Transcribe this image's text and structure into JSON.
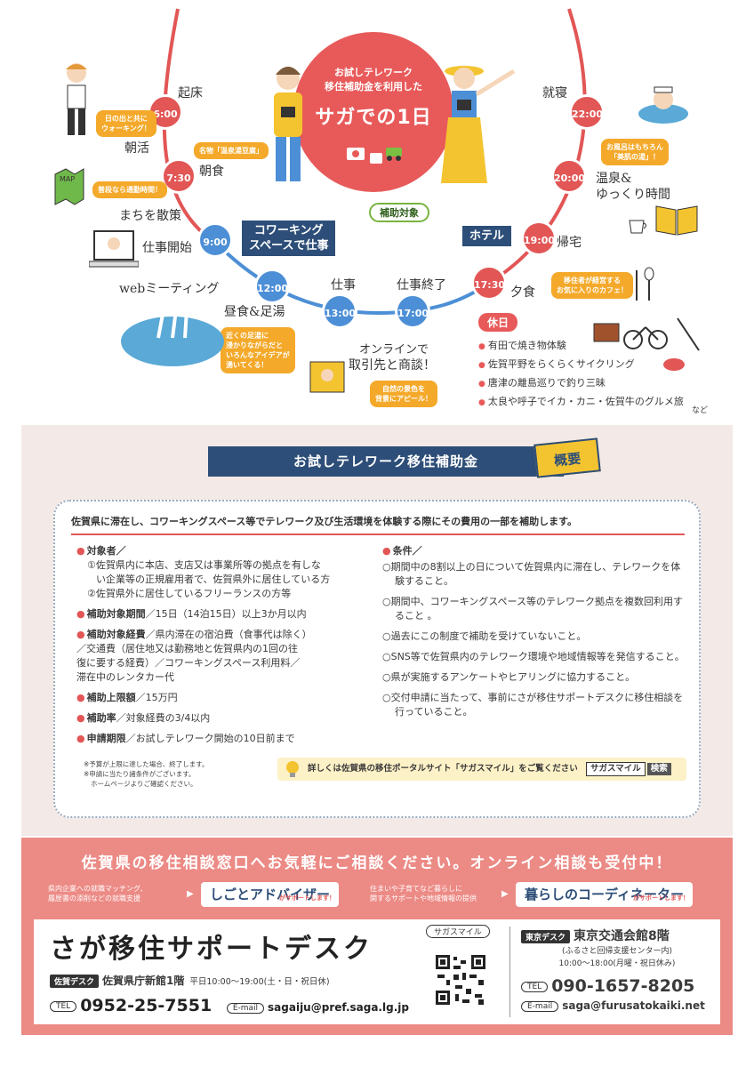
{
  "hero": {
    "line1": "お試しテレワーク",
    "line2": "移住補助金を利用した",
    "title": "サガでの1日"
  },
  "schedule": {
    "t0600": "6:00",
    "t0730": "7:30",
    "t0900": "9:00",
    "t1200": "12:00",
    "t1300": "13:00",
    "t1700": "17:00",
    "t1730": "17:30",
    "t1900": "19:00",
    "t2000": "20:00",
    "t2200": "22:00",
    "kisho": "起床",
    "asakatsu": "朝活",
    "choshoku": "朝食",
    "machi": "まちを散策",
    "shigoto_kaishi": "仕事開始",
    "web": "webミーティング",
    "chushoku": "昼食&足湯",
    "shigoto": "仕事",
    "shigoto_shuryo": "仕事終了",
    "online1": "オンラインで",
    "online2": "取引先と商談！",
    "yushoku": "夕食",
    "kitaku": "帰宅",
    "onsen1": "温泉&",
    "onsen2": "ゆっくり時間",
    "shushin": "就寝",
    "coworking1": "コワーキング",
    "coworking2": "スペースで仕事",
    "hotel": "ホテル",
    "target": "補助対象"
  },
  "bubbles": {
    "sunrise1": "日の出と共に",
    "sunrise2": "ウォーキング！",
    "tofu1": "名物「温泉湯豆腐」",
    "tofu2": "",
    "commute": "普段なら通勤時間！",
    "ashiyu1": "近くの足湯に",
    "ashiyu2": "浸かりながらだと",
    "ashiyu3": "いろんなアイデアが",
    "ashiyu4": "湧いてくる！",
    "nature1": "自然の景色を",
    "nature2": "背景にアピール！",
    "cafe1": "移住者が経営する",
    "cafe2": "お気に入りのカフェ！",
    "bath1": "お風呂はもちろん",
    "bath2": "「美肌の湯」！",
    "map": "MAP"
  },
  "holiday": {
    "title": "休日",
    "items": [
      "有田で焼き物体験",
      "佐賀平野をらくらくサイクリング",
      "唐津の離島巡りで釣り三昧",
      "太良や呼子でイカ・カニ・佐賀牛のグルメ旅"
    ],
    "nado": "など"
  },
  "overview": {
    "title": "お試しテレワーク移住補助金",
    "badge": "概要",
    "lead": "佐賀県に滞在し、コワーキングスペース等でテレワーク及び生活環境を体験する際にその費用の一部を補助します。",
    "target_h": "対象者／",
    "target_1a": "①佐賀県内に本店、支店又は事業所等の拠点を有しな",
    "target_1b": "い企業等の正規雇用者で、佐賀県外に居住している方",
    "target_2": "②佐賀県外に居住しているフリーランスの方等",
    "period_h": "補助対象期間",
    "period_v": "／15日（14泊15日）以上3か月以内",
    "cost_h": "補助対象経費",
    "cost_1": "／県内滞在の宿泊費（食事代は除く）",
    "cost_2": "／交通費（居住地又は勤務地と佐賀県内の1回の往",
    "cost_3": "復に要する経費）／コワーキングスペース利用料／",
    "cost_4": "滞在中のレンタカー代",
    "limit_h": "補助上限額",
    "limit_v": "／15万円",
    "rate_h": "補助率",
    "rate_v": "／対象経費の3/4以内",
    "deadline_h": "申請期限",
    "deadline_v": "／お試しテレワーク開始の10日前まで",
    "cond_h": "条件／",
    "conditions": [
      "○期間中の8割以上の日について佐賀県内に滞在し、テレワークを体験すること。",
      "○期間中、コワーキングスペース等のテレワーク拠点を複数回利用すること 。",
      "○過去にこの制度で補助を受けていないこと。",
      "○SNS等で佐賀県内のテレワーク環境や地域情報等を発信すること。",
      "○県が実施するアンケートやヒアリングに協力すること。",
      "○交付申請に当たって、事前にさが移住サポートデスクに移住相談を行っていること。"
    ],
    "note1": "※予算が上限に達した場合、終了します。",
    "note2": "※申請に当たり諸条件がございます。",
    "note3": "ホームページよりご確認ください。",
    "portal": "詳しくは佐賀県の移住ポータルサイト「サガスマイル」をご覧ください",
    "portal_box": "サガスマイル",
    "portal_search": "検索"
  },
  "band": {
    "title": "佐賀県の移住相談窓口へお気軽にご相談ください。オンライン相談も受付中！",
    "left_small1": "県内企業への就職マッチング、",
    "left_small2": "履歴書の添削などの就職支援",
    "left_pill": "しごとアドバイザー",
    "left_sup": "がサポートします！",
    "right_small1": "住まいや子育てなど暮らしに",
    "right_small2": "関するサポートや地域情報の提供",
    "right_pill": "暮らしのコーディネーター",
    "right_sup": "がサポートします！"
  },
  "desk": {
    "title": "さが移住サポートデスク",
    "saga_label": "佐賀デスク",
    "saga_place": "佐賀県庁新館1階",
    "saga_hours": "平日10:00～19:00(土・日・祝日休)",
    "tel_label": "TEL",
    "saga_tel": "0952-25-7551",
    "mail_label": "E-mail",
    "saga_mail": "sagaiju@pref.saga.lg.jp",
    "qr_label": "サガスマイル",
    "tokyo_label": "東京デスク",
    "tokyo_place": "東京交通会館8階",
    "tokyo_sub1": "(ふるさと回帰支援センター内)",
    "tokyo_sub2": "10:00～18:00(月曜・祝日休み)",
    "tokyo_tel": "090-1657-8205",
    "tokyo_mail": "saga@furusatokaiki.net"
  },
  "colors": {
    "red": "#e25656",
    "blue": "#4d8fd6",
    "navy": "#2d4e78",
    "orange": "#f4a92a",
    "pink": "#ec8a85"
  }
}
